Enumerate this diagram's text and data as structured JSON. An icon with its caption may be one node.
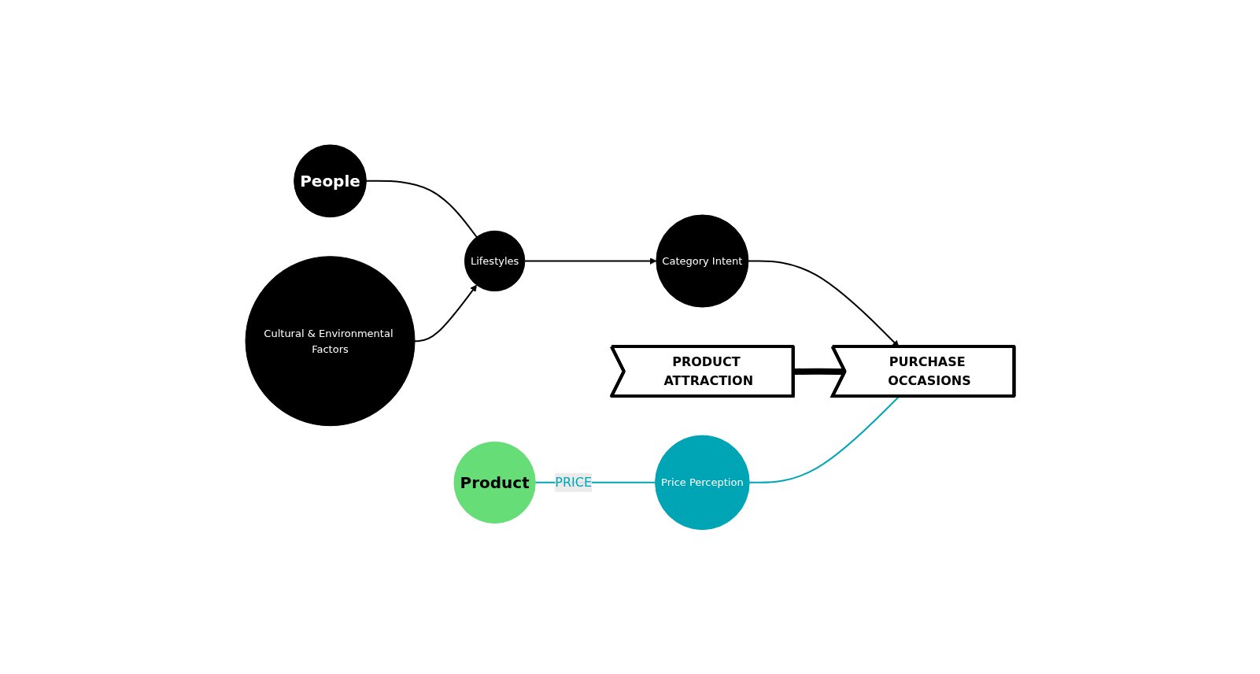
{
  "diagram": {
    "nodes": [
      {
        "text": [
          "People"
        ]
      },
      {
        "text": [
          "Lifestyles"
        ]
      },
      {
        "text": [
          "Category Intent"
        ]
      },
      {
        "text": [
          "Cultural & Environmental Factors"
        ]
      },
      {
        "text": [
          "PRODUCT ATTRACTION"
        ]
      },
      {
        "text": [
          "Product"
        ]
      },
      {
        "text": [
          "Price Perception"
        ]
      },
      {
        "text": [
          "PURCHASE OCCASIONS"
        ]
      }
    ],
    "edges": [
      {
        "from": 0,
        "to": 1,
        "arrow": "none"
      },
      {
        "from": 3,
        "to": 1,
        "arrow": "to"
      },
      {
        "from": 1,
        "to": 2,
        "arrow": "to"
      },
      {
        "from": 2,
        "to": 7,
        "arrow": "to"
      },
      {
        "from": 4,
        "to": 7,
        "arrow": "to",
        "style": "thick"
      },
      {
        "from": 5,
        "to": 6,
        "arrow": "none",
        "label": "PRICE",
        "color": "#00a5b5"
      },
      {
        "from": 6,
        "to": 7,
        "arrow": "none",
        "color": "#00a5b5"
      }
    ]
  }
}
